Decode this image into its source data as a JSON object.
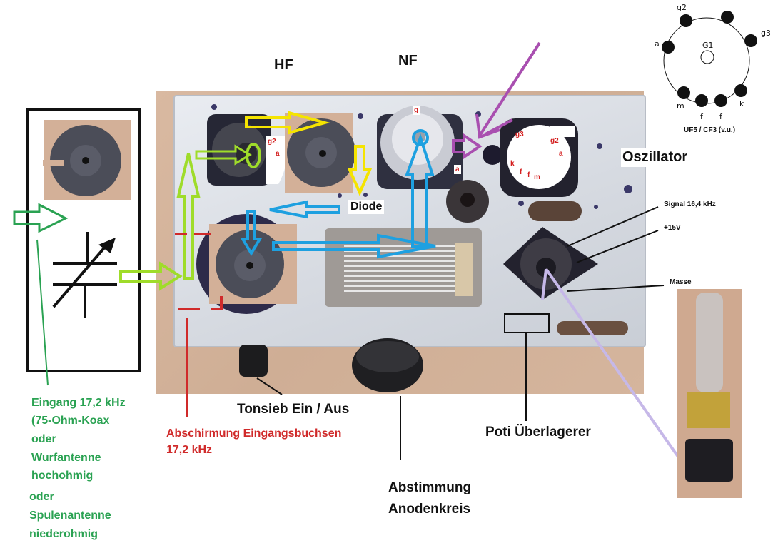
{
  "section_labels": {
    "hf": "HF",
    "nf": "NF",
    "oscillator": "Oszillator",
    "diode": "Diode"
  },
  "tube_pinout": {
    "title": "UF5 /  CF3 (v.u.)",
    "center_label": "G1",
    "pins": [
      "g2",
      "g3",
      "a",
      "m",
      "f",
      "f",
      "k"
    ]
  },
  "hf_socket_pins": {
    "p1": "g2",
    "p2": "a"
  },
  "nf_tube_pins": {
    "grid": "g",
    "anode": "a"
  },
  "osc_socket_pins": {
    "p1": "g3",
    "p2": "g2",
    "p3": "a",
    "p4": "k",
    "p5": "f",
    "p6": "f",
    "p7": "m"
  },
  "oscillator_connections": {
    "signal": "Signal 16,4 kHz",
    "supply": "+15V",
    "ground": "Masse"
  },
  "input_label": {
    "line1": "Eingang 17,2 kHz",
    "line2": "(75-Ohm-Koax",
    "line3": "oder",
    "line4": "Wurfantenne",
    "line5": "hochohmig",
    "line6": "oder",
    "line7": "Spulenantenne",
    "line8": "niederohmig"
  },
  "shield_label": {
    "line1": "Abschirmung Eingangsbuchsen",
    "line2": "17,2 kHz"
  },
  "bottom_labels": {
    "tonsieb": "Tonsieb Ein / Aus",
    "tuning_line1": "Abstimmung",
    "tuning_line2": "Anodenkreis",
    "poti": "Poti Überlagerer"
  },
  "colors": {
    "hf_signal": "#f5e400",
    "input_path": "#9fdc2a",
    "feedback": "#1ea0e0",
    "oscillator_path": "#a94fb0",
    "input_frame": "#2aa252",
    "shield": "#d02a2a",
    "leader": "#111111"
  }
}
